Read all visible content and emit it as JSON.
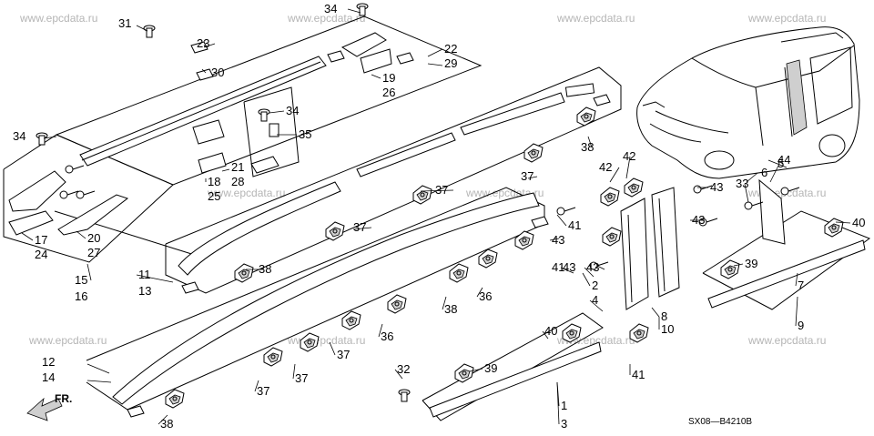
{
  "watermark": "www.epcdata.ru",
  "diagram_code": "SX08—B4210B",
  "front_label": "FR.",
  "callouts": [
    "1",
    "2",
    "3",
    "4",
    "5",
    "6",
    "7",
    "8",
    "9",
    "10",
    "11",
    "12",
    "13",
    "14",
    "15",
    "16",
    "17",
    "18",
    "19",
    "20",
    "21",
    "22",
    "23",
    "24",
    "25",
    "26",
    "27",
    "28",
    "29",
    "30",
    "31",
    "32",
    "33",
    "34",
    "35",
    "36",
    "37",
    "38",
    "39",
    "40",
    "41",
    "42",
    "43",
    "44"
  ]
}
